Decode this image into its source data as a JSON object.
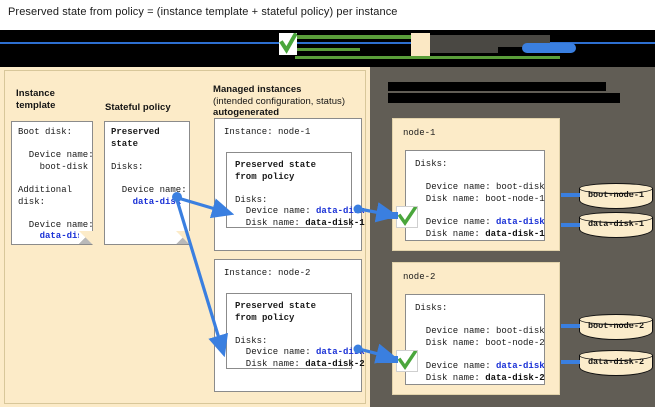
{
  "caption": "Preserved state from policy = (instance template + stateful policy) per instance",
  "header_band": {
    "redacted": true,
    "note": "blacked-out toolbar strip with blue rule, green bars, cream swatch and green check icon",
    "colors": {
      "band": "#000000",
      "rule": "#2d6fd0",
      "green": "#5a9e3a",
      "cream": "#fbe8c4",
      "blue_blob": "#3a7fe0"
    }
  },
  "left_panel": {
    "background": "#fcebc8",
    "columns": [
      {
        "id": "instance-template",
        "title_line1": "Instance",
        "title_line2": "template"
      },
      {
        "id": "stateful-policy",
        "title_line1": "Stateful policy",
        "title_line2": ""
      },
      {
        "id": "managed-instances",
        "title_line1": "Managed instances",
        "title_line2": "(intended configuration, status)",
        "title_line3": "autogenerated"
      }
    ],
    "instance_template_card": {
      "lines": [
        {
          "text": "Boot disk:",
          "style": "plain"
        },
        {
          "text": "",
          "style": "plain"
        },
        {
          "text": "  Device name:",
          "style": "plain"
        },
        {
          "text": "    boot-disk",
          "style": "plain"
        },
        {
          "text": "",
          "style": "plain"
        },
        {
          "text": "Additional",
          "style": "plain"
        },
        {
          "text": "disk:",
          "style": "plain"
        },
        {
          "text": "",
          "style": "plain"
        },
        {
          "text": "  Device name:",
          "style": "plain"
        },
        {
          "text": "    data-disk",
          "style": "blue"
        }
      ]
    },
    "stateful_policy_card": {
      "lines": [
        {
          "text": "Preserved",
          "style": "bold"
        },
        {
          "text": "state",
          "style": "bold"
        },
        {
          "text": "",
          "style": "plain"
        },
        {
          "text": "Disks:",
          "style": "plain"
        },
        {
          "text": "",
          "style": "plain"
        },
        {
          "text": "  Device name:",
          "style": "plain"
        },
        {
          "text": "    data-disk",
          "style": "blue"
        }
      ]
    },
    "instances": [
      {
        "id": "instance-node-1",
        "header": "Instance: node-1",
        "state_title_line1": "Preserved state",
        "state_title_line2": "from policy",
        "disks_label": "Disks:",
        "device_name_label": "Device name:",
        "device_name_value": "data-disk",
        "disk_name_label": "Disk name:",
        "disk_name_value": "data-disk-1"
      },
      {
        "id": "instance-node-2",
        "header": "Instance: node-2",
        "state_title_line1": "Preserved state",
        "state_title_line2": "from policy",
        "disks_label": "Disks:",
        "device_name_label": "Device name:",
        "device_name_value": "data-disk",
        "disk_name_label": "Disk name:",
        "disk_name_value": "data-disk-2"
      }
    ]
  },
  "right_panel": {
    "background": "#615d55",
    "heading_redacted": true,
    "nodes": [
      {
        "id": "node-1",
        "title": "node-1",
        "disks_label": "Disks:",
        "rows": [
          {
            "device_label": "Device name:",
            "device_value": "boot-disk",
            "device_style": "plain",
            "disk_label": "Disk name:",
            "disk_value": "boot-node-1",
            "disk_style": "plain"
          },
          {
            "device_label": "Device name:",
            "device_value": "data-disk",
            "device_style": "blue",
            "disk_label": "Disk name:",
            "disk_value": "data-disk-1",
            "disk_style": "bold",
            "checked": true
          }
        ],
        "cylinders": [
          {
            "label": "boot-node-1"
          },
          {
            "label": "data-disk-1"
          }
        ]
      },
      {
        "id": "node-2",
        "title": "node-2",
        "disks_label": "Disks:",
        "rows": [
          {
            "device_label": "Device name:",
            "device_value": "boot-disk",
            "device_style": "plain",
            "disk_label": "Disk name:",
            "disk_value": "boot-node-2",
            "disk_style": "plain"
          },
          {
            "device_label": "Device name:",
            "device_value": "data-disk",
            "device_style": "blue",
            "disk_label": "Disk name:",
            "disk_value": "data-disk-2",
            "disk_style": "bold",
            "checked": true
          }
        ],
        "cylinders": [
          {
            "label": "boot-node-2"
          },
          {
            "label": "data-disk-2"
          }
        ]
      }
    ]
  },
  "icons": {
    "check": "green-check-icon",
    "cylinder": "disk-cylinder-icon",
    "arrow": "blue-arrow-icon"
  },
  "colors": {
    "cream": "#fcebc8",
    "white": "#ffffff",
    "blue_text": "#1a31d6",
    "blue_arrow": "#3a7fe0",
    "green_check": "#4aa63c",
    "panel_gray": "#615d55",
    "border": "#8b8b8b"
  }
}
